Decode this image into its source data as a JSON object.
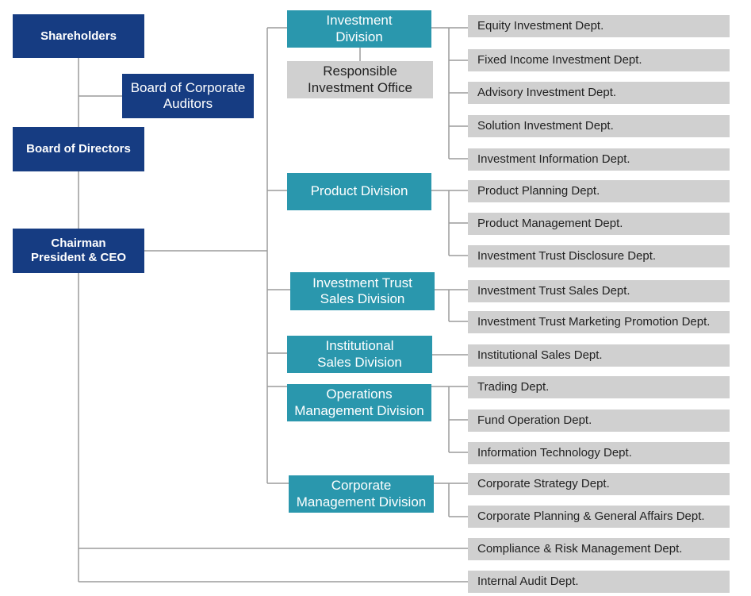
{
  "colors": {
    "executive": "#163c82",
    "division": "#2a97ad",
    "department": "#d0d0d0",
    "connector": "#9c9c9c"
  },
  "executives": {
    "shareholders": "Shareholders",
    "auditors": "Board of Corporate\nAuditors",
    "directors": "Board of Directors",
    "ceo": "Chairman\nPresident & CEO"
  },
  "divisions": [
    {
      "label": "Investment\nDivision",
      "departments": [
        "Equity Investment Dept.",
        "Fixed Income Investment Dept.",
        "Advisory  Investment Dept.",
        "Solution Investment Dept.",
        "Investment Information Dept."
      ]
    },
    {
      "label": "Product Division",
      "departments": [
        "Product Planning Dept.",
        "Product Management Dept.",
        "Investment Trust Disclosure Dept."
      ]
    },
    {
      "label": "Investment Trust\nSales Division",
      "departments": [
        "Investment Trust Sales Dept.",
        "Investment Trust Marketing Promotion Dept."
      ]
    },
    {
      "label": "Institutional\nSales Division",
      "departments": [
        "Institutional Sales Dept."
      ]
    },
    {
      "label": "Operations\nManagement Division",
      "departments": [
        "Trading Dept.",
        "Fund Operation Dept.",
        "Information Technology Dept."
      ]
    },
    {
      "label": "Corporate\nManagement Division",
      "departments": [
        "Corporate Strategy Dept.",
        "Corporate Planning & General Affairs Dept."
      ]
    }
  ],
  "responsible_office": "Responsible\nInvestment Office",
  "direct_departments": [
    "Compliance & Risk Management Dept.",
    "Internal Audit Dept."
  ]
}
